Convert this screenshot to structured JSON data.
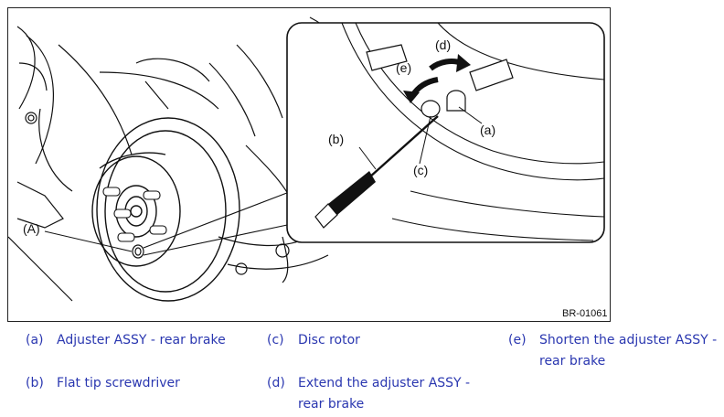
{
  "figure": {
    "code": "BR-01061",
    "callouts": {
      "A": "(A)",
      "a": "(a)",
      "b": "(b)",
      "c": "(c)",
      "d": "(d)",
      "e": "(e)"
    }
  },
  "legend": [
    {
      "key": "(a)",
      "text": "Adjuster ASSY - rear brake"
    },
    {
      "key": "(b)",
      "text": "Flat tip screwdriver"
    },
    {
      "key": "(c)",
      "text": "Disc rotor"
    },
    {
      "key": "(d)",
      "text": "Extend the adjuster ASSY -",
      "text2": "rear brake"
    },
    {
      "key": "(e)",
      "text": "Shorten the adjuster ASSY -",
      "text2": "rear brake"
    }
  ],
  "colors": {
    "legend_text": "#2a37b0",
    "line": "#111111"
  }
}
